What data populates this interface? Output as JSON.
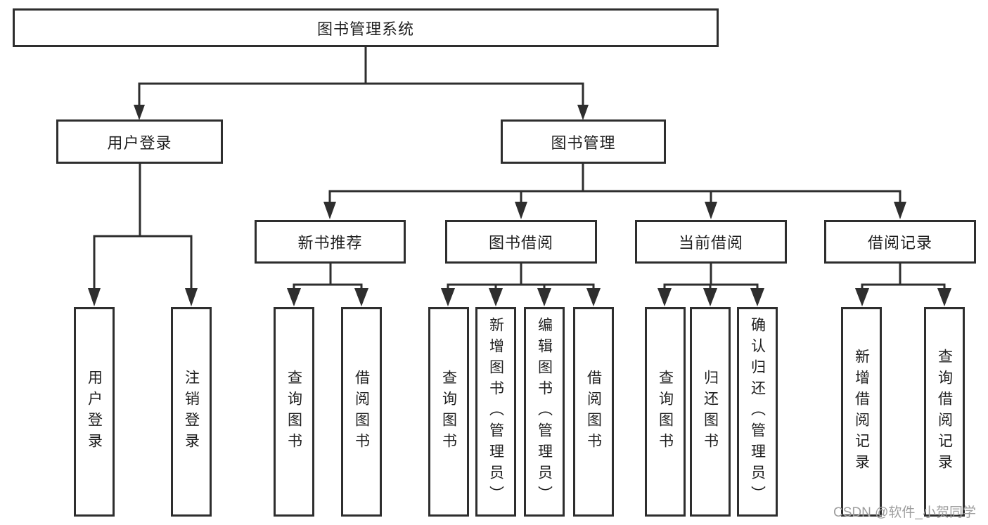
{
  "tree": {
    "root": "图书管理系统",
    "branches": [
      {
        "label": "用户登录",
        "children": [
          "用户登录",
          "注销登录"
        ]
      },
      {
        "label": "图书管理",
        "groups": [
          {
            "label": "新书推荐",
            "children": [
              "查询图书",
              "借阅图书"
            ]
          },
          {
            "label": "图书借阅",
            "children": [
              "查询图书",
              "新增图书（管理员）",
              "编辑图书（管理员）",
              "借阅图书"
            ]
          },
          {
            "label": "当前借阅",
            "children": [
              "查询图书",
              "归还图书",
              "确认归还（管理员）"
            ]
          },
          {
            "label": "借阅记录",
            "children": [
              "新增借阅记录",
              "查询借阅记录"
            ]
          }
        ]
      }
    ]
  },
  "watermark": "CSDN @软件_小贺同学",
  "colors": {
    "background": "#ffffff",
    "line": "#2e2e2e",
    "text": "#1f1f1f",
    "watermark": "#9e9e9e"
  }
}
